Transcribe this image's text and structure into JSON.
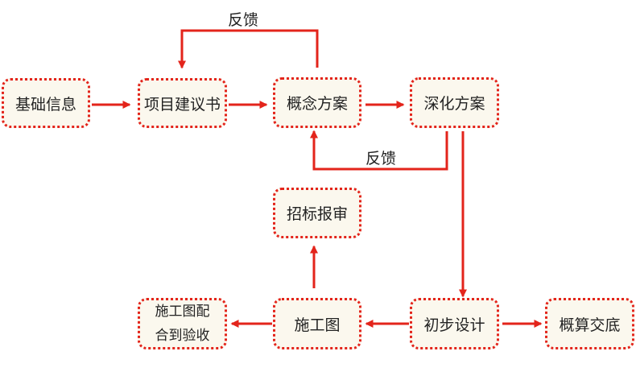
{
  "colors": {
    "arrow": "#e3241b",
    "box_fill": "#fbf8ee",
    "box_border": "#e3241b",
    "text": "#222222"
  },
  "nodes": {
    "basic_info": "基础信息",
    "proposal": "项目建议书",
    "concept": "概念方案",
    "deepen": "深化方案",
    "bidding": "招标报审",
    "preliminary": "初步设计",
    "budget": "概算交底",
    "construction": "施工图",
    "acceptance_line1": "施工图配",
    "acceptance_line2": "合到验收"
  },
  "edges": {
    "feedback_top": "反馈",
    "feedback_middle": "反馈"
  }
}
